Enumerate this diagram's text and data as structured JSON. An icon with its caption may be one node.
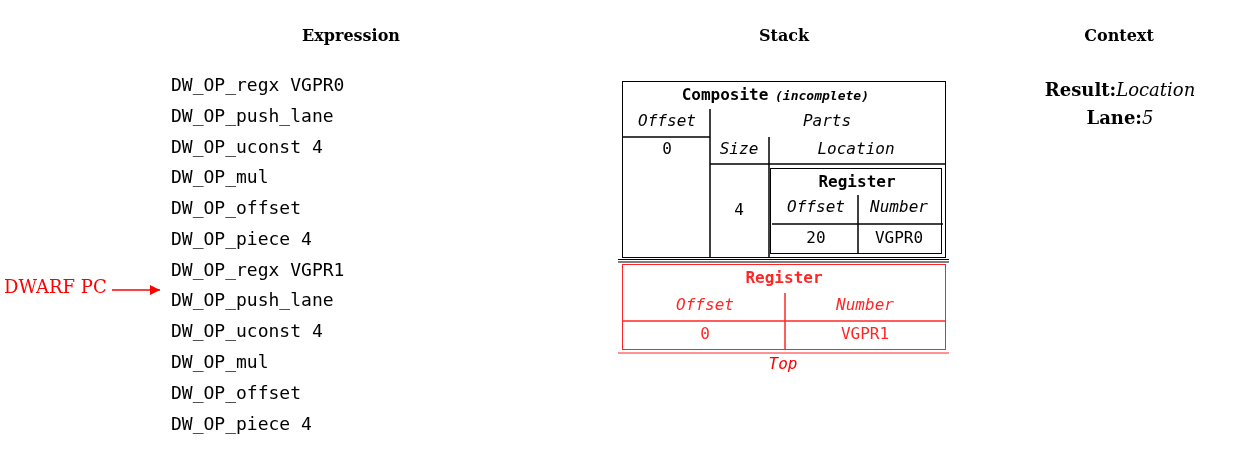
{
  "diagram": {
    "nodes": [
      {
        "text": [
          "DWARF PC"
        ]
      },
      {
        "text": [
          "DW_OP_push_lane"
        ]
      },
      {
        "text": [
          "Composite",
          "(incomplete)",
          "Offset",
          "Parts",
          "0",
          "Size",
          "Location",
          "4"
        ]
      },
      {
        "text": [
          "Register",
          "Offset",
          "Number",
          "20",
          "VGPR0"
        ],
        "in": 2
      },
      {
        "text": [
          "Register",
          "Offset",
          "Number",
          "0",
          "VGPR1"
        ],
        "beside": [
          "Top"
        ]
      }
    ],
    "edges": [
      {
        "from": 0,
        "to": 1,
        "arrow": "to",
        "color": "#ff0000"
      }
    ],
    "labels": [
      "Expression",
      "Stack",
      "Context",
      "Result:*Location*",
      "Lane:*5*",
      "DW_OP_regx VGPR0",
      "DW_OP_push_lane",
      "DW_OP_uconst 4",
      "DW_OP_mul",
      "DW_OP_offset",
      "DW_OP_piece 4",
      "DW_OP_regx VGPR1",
      "DW_OP_uconst 4",
      "DW_OP_mul",
      "DW_OP_offset",
      "DW_OP_piece 4"
    ]
  }
}
